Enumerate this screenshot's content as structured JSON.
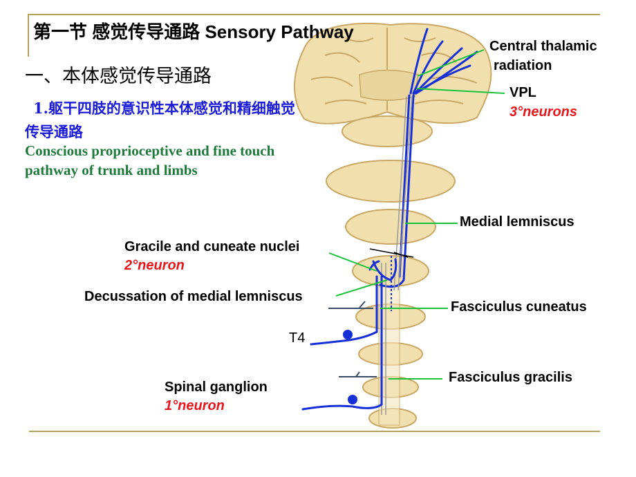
{
  "title": "第一节  感觉传导通路 Sensory Pathway",
  "heading": "一、本体感觉传导通路",
  "subtitle_cn_num": "1.",
  "subtitle_cn": "躯干四肢的意识性本体感觉和精细触觉传导通路",
  "subtitle_en": "Conscious proprioceptive and fine touch pathway of  trunk and limbs",
  "labels": {
    "central_thalamic_radiation_1": "Central thalamic",
    "central_thalamic_radiation_2": "radiation",
    "vpl": "VPL",
    "vpl_neuron": "3°neurons",
    "medial_lemniscus": "Medial lemniscus",
    "gracile_cuneate_nuclei": "Gracile and cuneate nuclei",
    "gracile_cuneate_neuron": "2°neuron",
    "decussation": "Decussation of medial lemniscus",
    "fasciculus_cuneatus": "Fasciculus cuneatus",
    "t4": "T4",
    "fasciculus_gracilis": "Fasciculus gracilis",
    "spinal_ganglion": "Spinal ganglion",
    "spinal_ganglion_neuron": "1°neuron"
  },
  "colors": {
    "tissue": "#f2dfae",
    "tissue_edge": "#c9a765",
    "pathway_blue": "#1530d8",
    "leader_green": "#19c23a",
    "rule": "#b5a25a"
  }
}
